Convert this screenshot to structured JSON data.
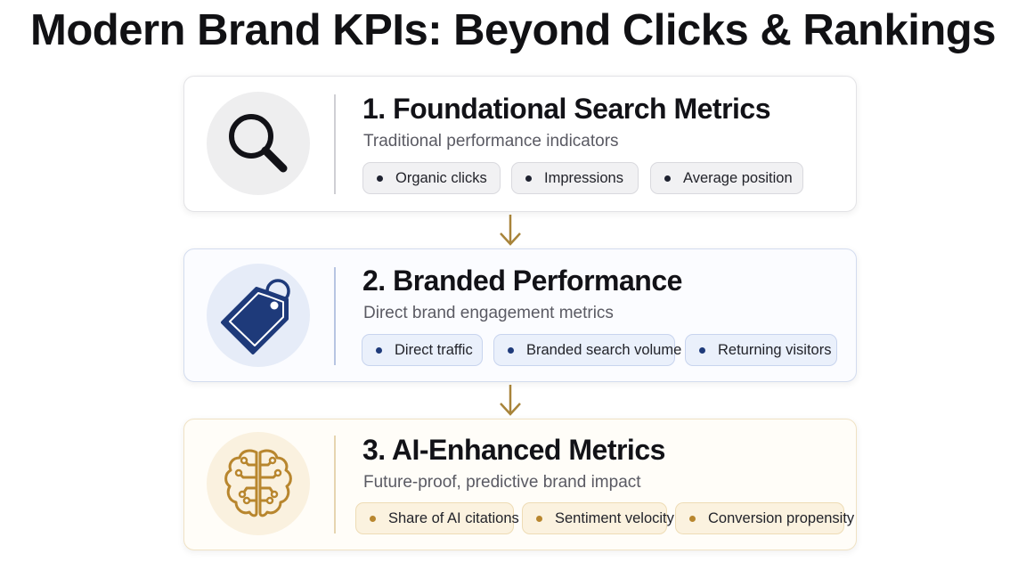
{
  "title": "Modern Brand KPIs: Beyond Clicks & Rankings",
  "colors": {
    "stage1_accent": "#1f2230",
    "stage2_accent": "#1e3a7a",
    "stage3_accent": "#b8862e",
    "arrow": "#a8843a"
  },
  "stages": [
    {
      "icon": "magnifier-icon",
      "title": "1. Foundational Search Metrics",
      "subtitle": "Traditional performance indicators",
      "metrics": [
        "Organic clicks",
        "Impressions",
        "Average position"
      ]
    },
    {
      "icon": "tag-icon",
      "title": "2. Branded Performance",
      "subtitle": "Direct brand engagement metrics",
      "metrics": [
        "Direct traffic",
        "Branded search volume",
        "Returning visitors"
      ]
    },
    {
      "icon": "brain-circuit-icon",
      "title": "3. AI-Enhanced Metrics",
      "subtitle": "Future-proof, predictive brand impact",
      "metrics": [
        "Share of AI citations",
        "Sentiment velocity",
        "Conversion propensity"
      ]
    }
  ]
}
